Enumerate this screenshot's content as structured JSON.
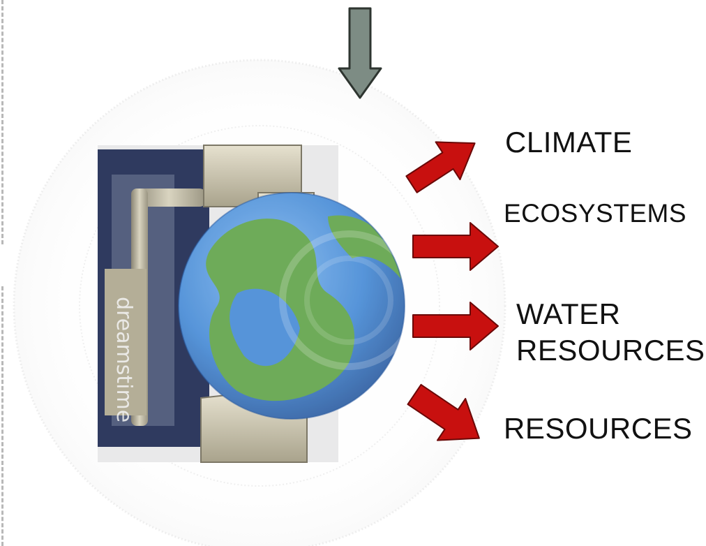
{
  "labels": {
    "climate": "CLIMATE",
    "ecosystems": "ECOSYSTEMS",
    "water_line1": "WATER",
    "water_line2": "RESOURCES",
    "resources": "RESOURCES"
  },
  "watermark": "dreamstime",
  "icons": {
    "input_arrow": "down-arrow-icon",
    "output_arrows": "right-arrow-icon",
    "center_image": "globe-in-vise-image"
  },
  "colors": {
    "input_arrow": "#7d8c84",
    "output_arrow": "#c8100f",
    "ocean": "#3f86d4",
    "land": "#5aa043",
    "vise_metal": "#cfc9b4",
    "vise_frame": "#2f3a5f"
  }
}
